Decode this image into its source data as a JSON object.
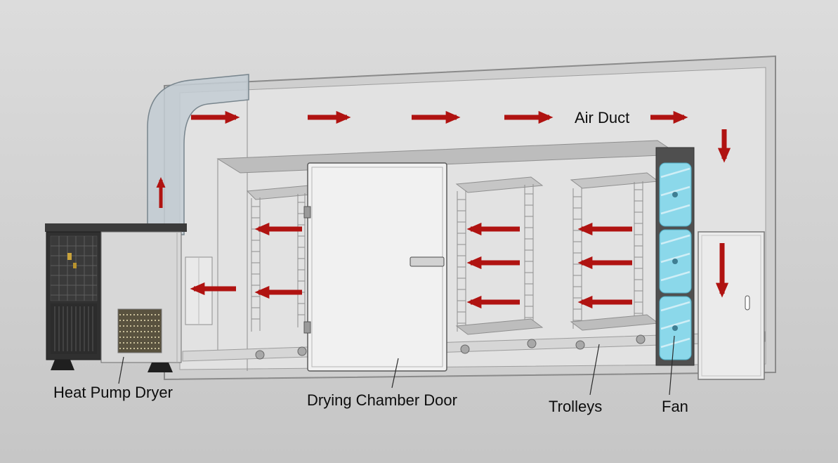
{
  "diagram": {
    "labels": {
      "air_duct": "Air Duct",
      "heat_pump_dryer": "Heat Pump Dryer",
      "drying_chamber_door": "Drying Chamber Door",
      "trolleys": "Trolleys",
      "fan": "Fan"
    },
    "colors": {
      "arrow": "#b01311",
      "fan": "#8bd8ea",
      "background_top": "#dcdcdc",
      "background_bottom": "#c6c6c6",
      "label_text": "#0d0d0d"
    },
    "airflow": {
      "top_duct_direction": "right",
      "top_duct_arrow_count": 5,
      "downflow_direction": "down",
      "downflow_arrow_count": 2,
      "return_direction": "left",
      "return_arrow_count": 9,
      "riser_direction": "up",
      "riser_arrow_count": 1
    }
  }
}
